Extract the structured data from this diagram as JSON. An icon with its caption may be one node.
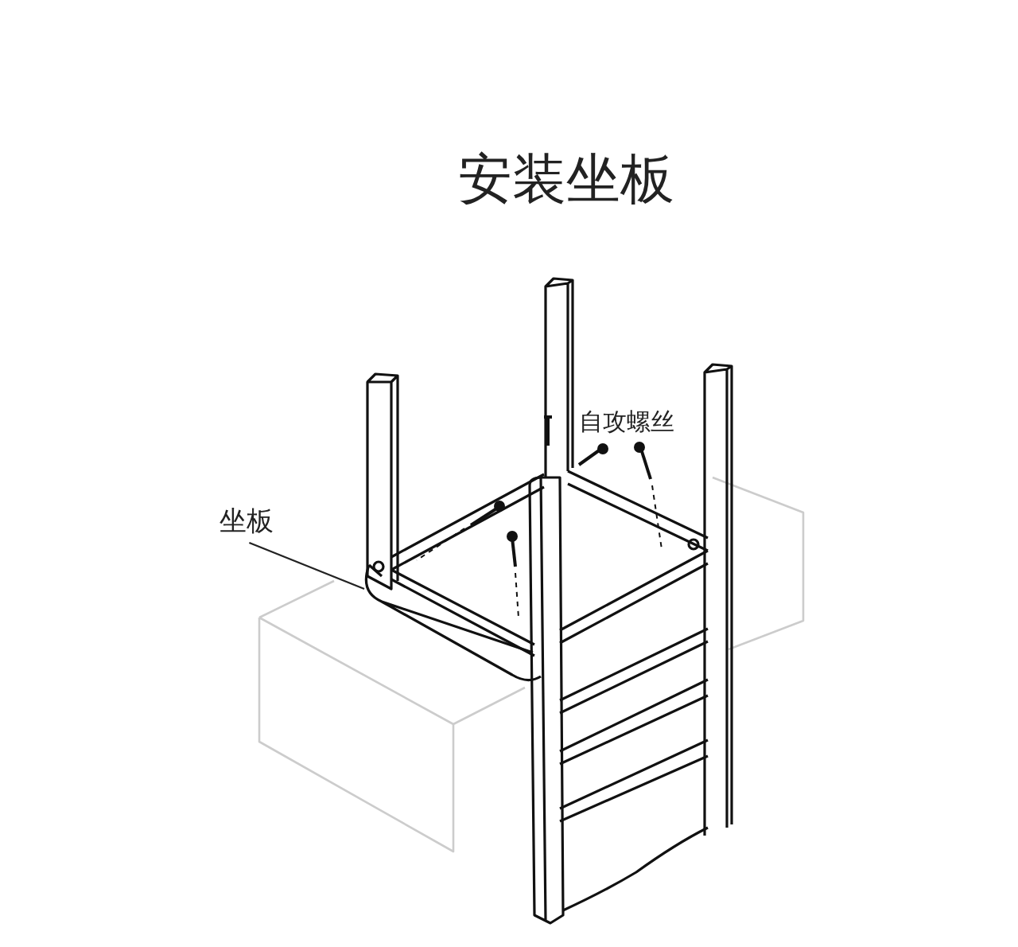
{
  "diagram": {
    "title": "安装坐板",
    "nodes": [
      {
        "text": [
          "坐板"
        ]
      },
      {
        "text": [],
        "shape": "picture"
      }
    ],
    "edges": [
      {
        "from": 0,
        "to": 1,
        "arrow": "none"
      }
    ],
    "labels": [
      "自攻螺丝"
    ]
  }
}
